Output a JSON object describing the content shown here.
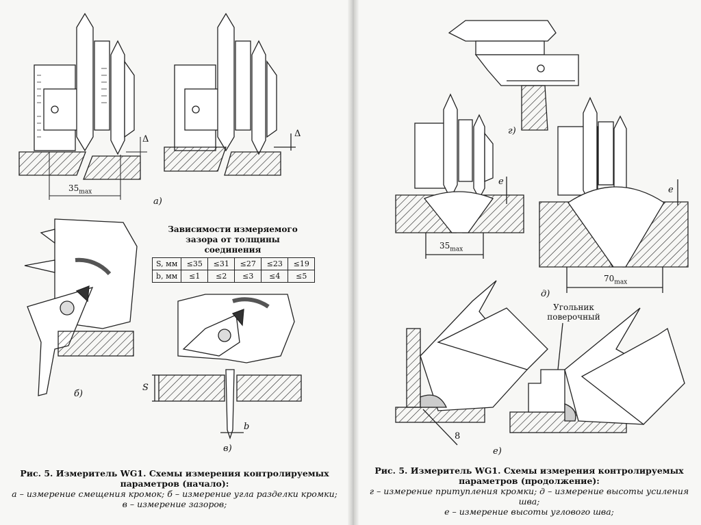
{
  "left": {
    "dim_35": "35",
    "dim_max": "max",
    "delta": "Δ",
    "label_a": "а)",
    "label_b": "б)",
    "label_v": "в)",
    "dim_S": "S",
    "dim_b": "b",
    "table": {
      "title_line1": "Зависимости измеряемого",
      "title_line2": "зазора от толщины",
      "title_line3": "соединения",
      "rows": [
        [
          "S, мм",
          "≤35",
          "≤31",
          "≤27",
          "≤23",
          "≤19"
        ],
        [
          "b, мм",
          "≤1",
          "≤2",
          "≤3",
          "≤4",
          "≤5"
        ]
      ]
    },
    "caption": {
      "line1": "Рис. 5. Измеритель WG1. Схемы измерения контролируемых",
      "line2": "параметров (начало):",
      "line3": "а – измерение смещения кромок; б – измерение угла разделки кромки;",
      "line4": "в – измерение зазоров;"
    }
  },
  "right": {
    "label_g": "г)",
    "label_d": "д)",
    "label_e": "е)",
    "dim_35": "35",
    "dim_70": "70",
    "dim_max": "max",
    "dim_e": "e",
    "dim_8": "8",
    "note_line1": "Угольник",
    "note_line2": "поверочный",
    "caption": {
      "line1": "Рис. 5. Измеритель WG1. Схемы измерения контролируемых",
      "line2": "параметров (продолжение):",
      "line3": "г – измерение притупления кромки; д – измерение высоты усиления шва;",
      "line4": "е – измерение высоты углового шва;"
    }
  }
}
